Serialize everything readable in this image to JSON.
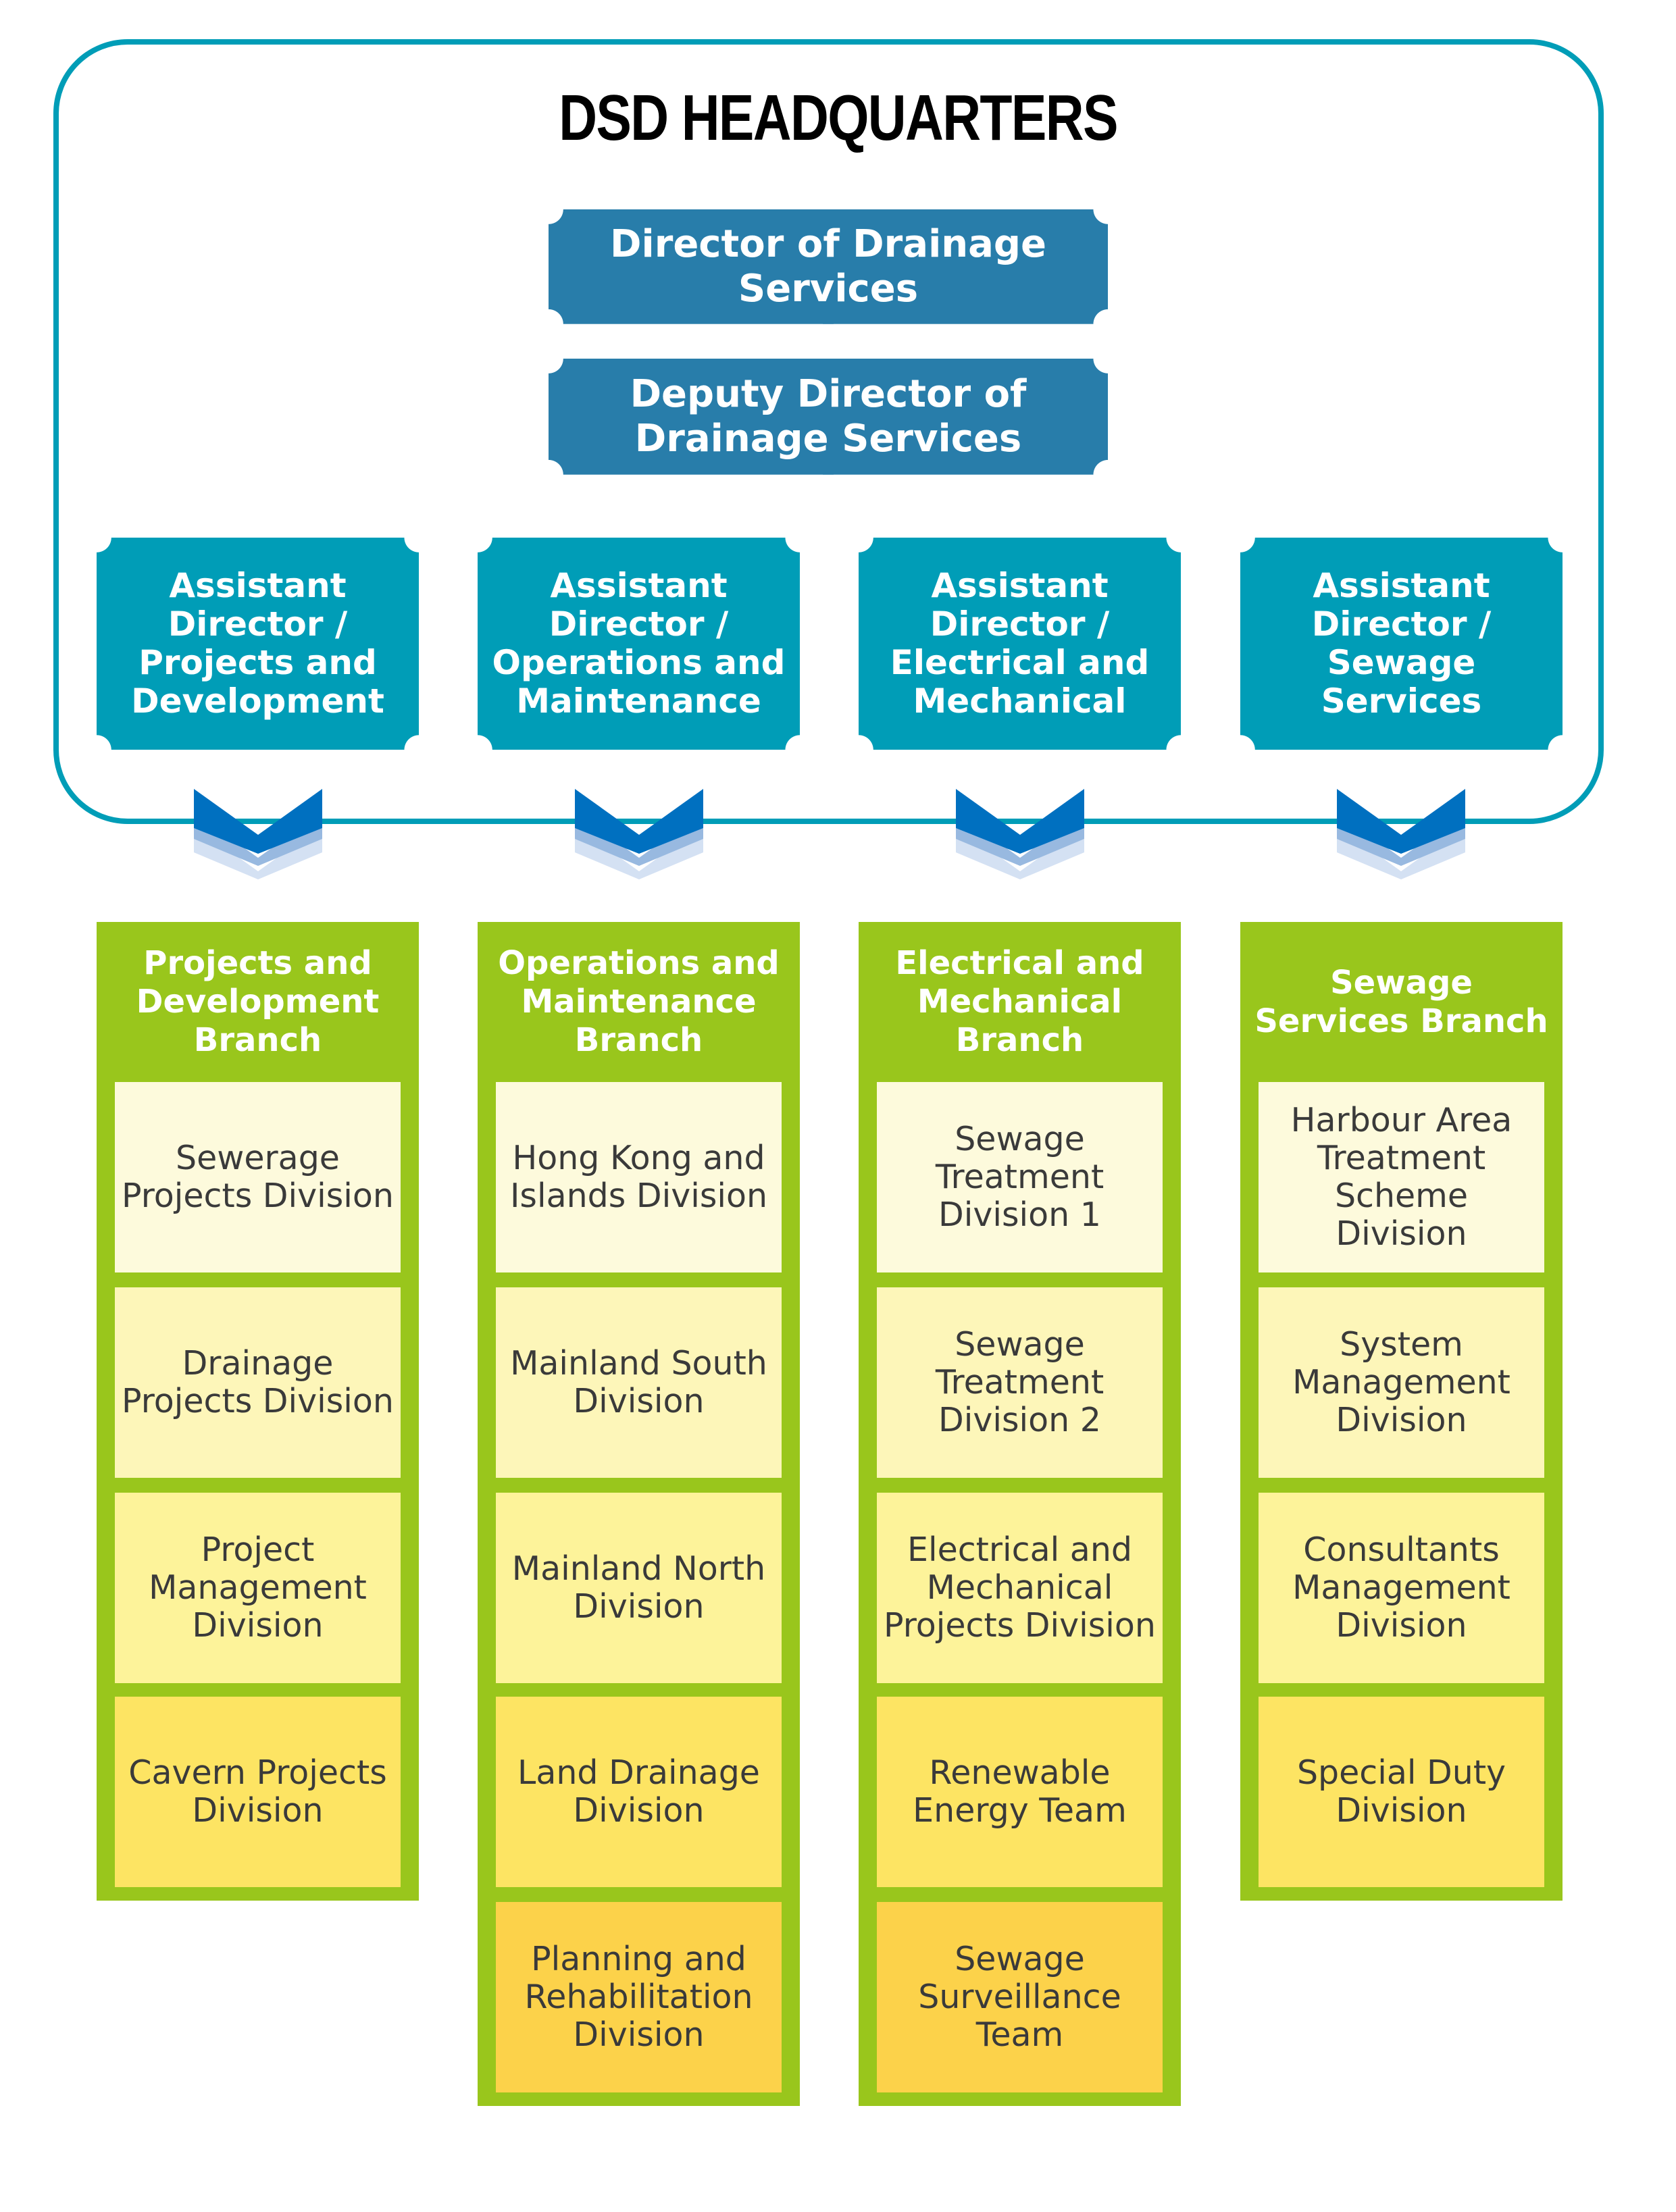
{
  "title": "DSD HEADQUARTERS",
  "colors": {
    "frame": "#009db7",
    "director_box": "#287daa",
    "assistant_box": "#009db7",
    "chevron": "#0070c0",
    "branch": "#99c61c",
    "division_shades": [
      "#fdfadc",
      "#fdf6b9",
      "#fdf39a",
      "#fde463",
      "#fcd24a"
    ]
  },
  "director": "Director of Drainage Services",
  "deputy_director": "Deputy Director of Drainage Services",
  "assistant_directors": [
    "Assistant Director / Projects and Development",
    "Assistant Director / Operations and Maintenance",
    "Assistant Director / Electrical and Mechanical",
    "Assistant Director / Sewage Services"
  ],
  "branches": [
    {
      "name": "Projects and Development Branch",
      "divisions": [
        "Sewerage Projects Division",
        "Drainage Projects Division",
        "Project Management Division",
        "Cavern Projects Division"
      ]
    },
    {
      "name": "Operations and Maintenance Branch",
      "divisions": [
        "Hong Kong and Islands Division",
        "Mainland South Division",
        "Mainland North Division",
        "Land Drainage Division",
        "Planning and Rehabilitation Division"
      ]
    },
    {
      "name": "Electrical and Mechanical Branch",
      "divisions": [
        "Sewage Treatment Division 1",
        "Sewage Treatment Division 2",
        "Electrical and Mechanical Projects Division",
        "Renewable Energy Team",
        "Sewage Surveillance Team"
      ]
    },
    {
      "name": "Sewage Services Branch",
      "divisions": [
        "Harbour Area Treatment Scheme Division",
        "System Management Division",
        "Consultants Management Division",
        "Special Duty Division"
      ]
    }
  ]
}
